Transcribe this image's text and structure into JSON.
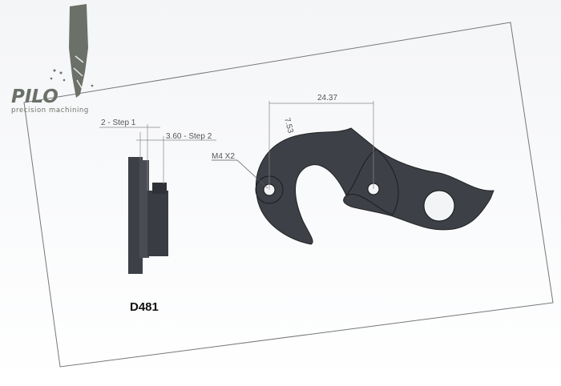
{
  "logo": {
    "brand": "PILO",
    "tagline": "precision machining"
  },
  "dimensions": {
    "step1": "2 - Step 1",
    "step2": "3.60 - Step 2",
    "width": "24.37",
    "offset": "7.53",
    "hole_callout": "M4 X2"
  },
  "part_number": "D481",
  "colors": {
    "part": "#3e4048",
    "logo": "#6b7068"
  }
}
